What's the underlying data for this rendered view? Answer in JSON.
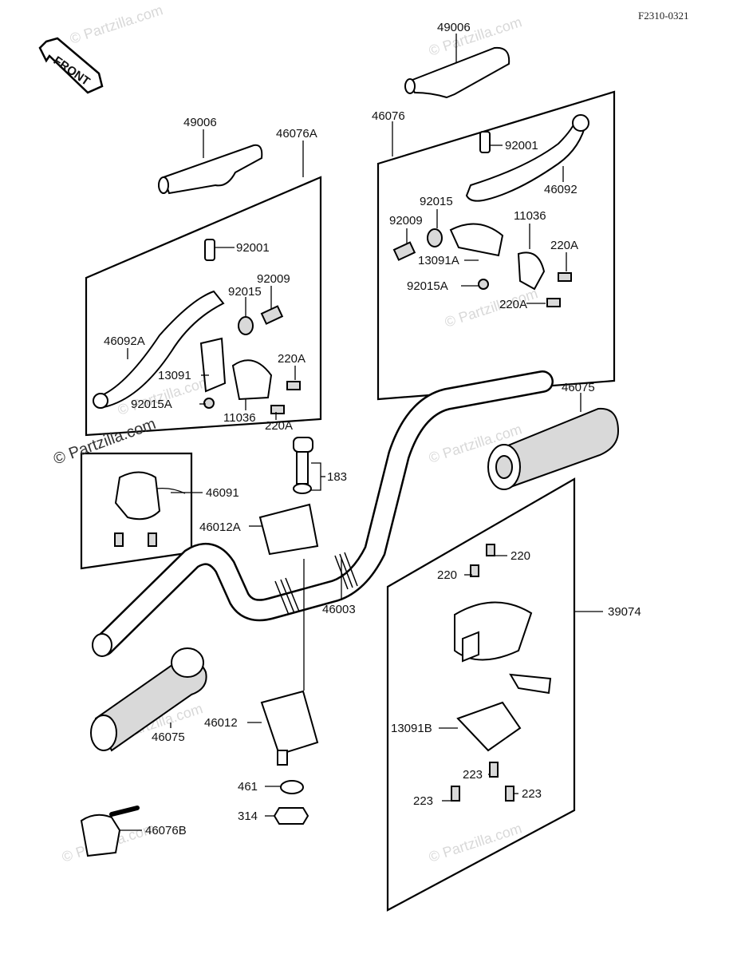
{
  "diagram": {
    "ref_code": "F2310-0321",
    "front_label": "FRONT",
    "watermarks": [
      "© Partzilla.com",
      "© Partzilla.com",
      "© Partzilla.com",
      "© Partzilla.com",
      "© Partzilla.com",
      "© Partzilla.com",
      "© Partzilla.com",
      "© Partzilla.com"
    ],
    "copyright_watermark": "© Partzilla.com",
    "labels": {
      "p49006_top": "49006",
      "p49006_left": "49006",
      "p46076A": "46076A",
      "p46076": "46076",
      "p92001_left": "92001",
      "p92015_left": "92015",
      "p92009_left": "92009",
      "p46092A": "46092A",
      "p220A_left1": "220A",
      "p13091": "13091",
      "p92015A_left": "92015A",
      "p11036_left": "11036",
      "p220A_left2": "220A",
      "p92001_right": "92001",
      "p46092": "46092",
      "p92015_right": "92015",
      "p92009_right": "92009",
      "p11036_right": "11036",
      "p220A_right1": "220A",
      "p13091A": "13091A",
      "p92015A_right": "92015A",
      "p220A_right2": "220A",
      "p46075_right": "46075",
      "p183": "183",
      "p46091": "46091",
      "p46012A": "46012A",
      "p46003": "46003",
      "p220_1": "220",
      "p220_2": "220",
      "p39074": "39074",
      "p46075_left": "46075",
      "p46012": "46012",
      "p13091B": "13091B",
      "p461": "461",
      "p314": "314",
      "p223_1": "223",
      "p223_2": "223",
      "p223_3": "223",
      "p46076B": "46076B"
    }
  }
}
